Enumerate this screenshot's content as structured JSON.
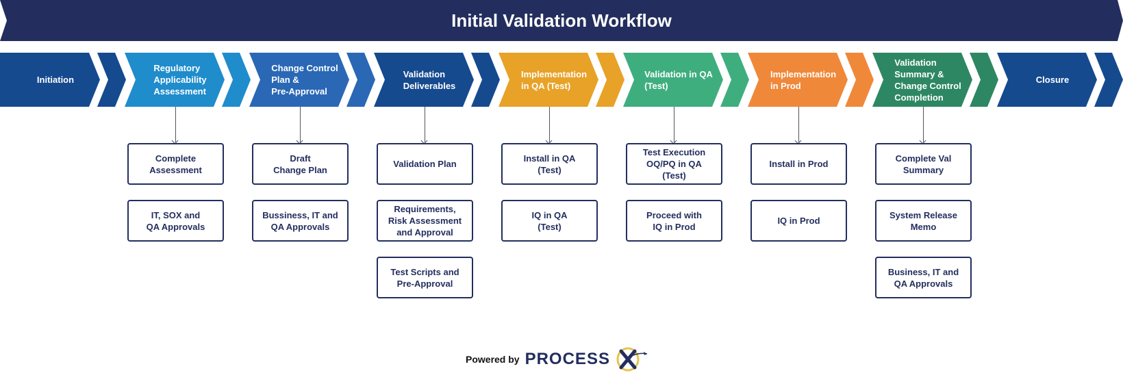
{
  "title": "Initial Validation Workflow",
  "colors": {
    "banner": "#232e5e",
    "box_border": "#232e5e"
  },
  "stages": [
    {
      "label": "Initiation",
      "color": "#154a8e",
      "tasks": []
    },
    {
      "label": "Regulatory\nApplicability\nAssessment",
      "color": "#1f8ccc",
      "tasks": [
        "Complete\nAssessment",
        "IT, SOX and\nQA Approvals"
      ]
    },
    {
      "label": "Change Control\nPlan &\nPre-Approval",
      "color": "#2a68b5",
      "tasks": [
        "Draft\nChange Plan",
        "Bussiness, IT and\nQA Approvals"
      ]
    },
    {
      "label": "Validation\nDeliverables",
      "color": "#154a8e",
      "tasks": [
        "Validation Plan",
        "Requirements,\nRisk Assessment\nand Approval",
        "Test Scripts and\nPre-Approval"
      ]
    },
    {
      "label": "Implementation\nin QA (Test)",
      "color": "#e8a228",
      "tasks": [
        "Install in QA\n(Test)",
        "IQ in QA\n(Test)"
      ]
    },
    {
      "label": "Validation in QA\n(Test)",
      "color": "#3fae7f",
      "tasks": [
        "Test Execution\nOQ/PQ in QA\n(Test)",
        "Proceed with\nIQ in Prod"
      ]
    },
    {
      "label": "Implementation\nin Prod",
      "color": "#f0883a",
      "tasks": [
        "Install in Prod",
        "IQ in Prod"
      ]
    },
    {
      "label": "Validation\nSummary &\nChange Control\nCompletion",
      "color": "#2e8763",
      "tasks": [
        "Complete Val\nSummary",
        "System Release\nMemo",
        "Business, IT and\nQA Approvals"
      ]
    },
    {
      "label": "Closure",
      "color": "#154a8e",
      "tasks": []
    }
  ],
  "footer": {
    "powered_by": "Powered by",
    "brand": "PROCESS",
    "brand_mark": "X"
  }
}
